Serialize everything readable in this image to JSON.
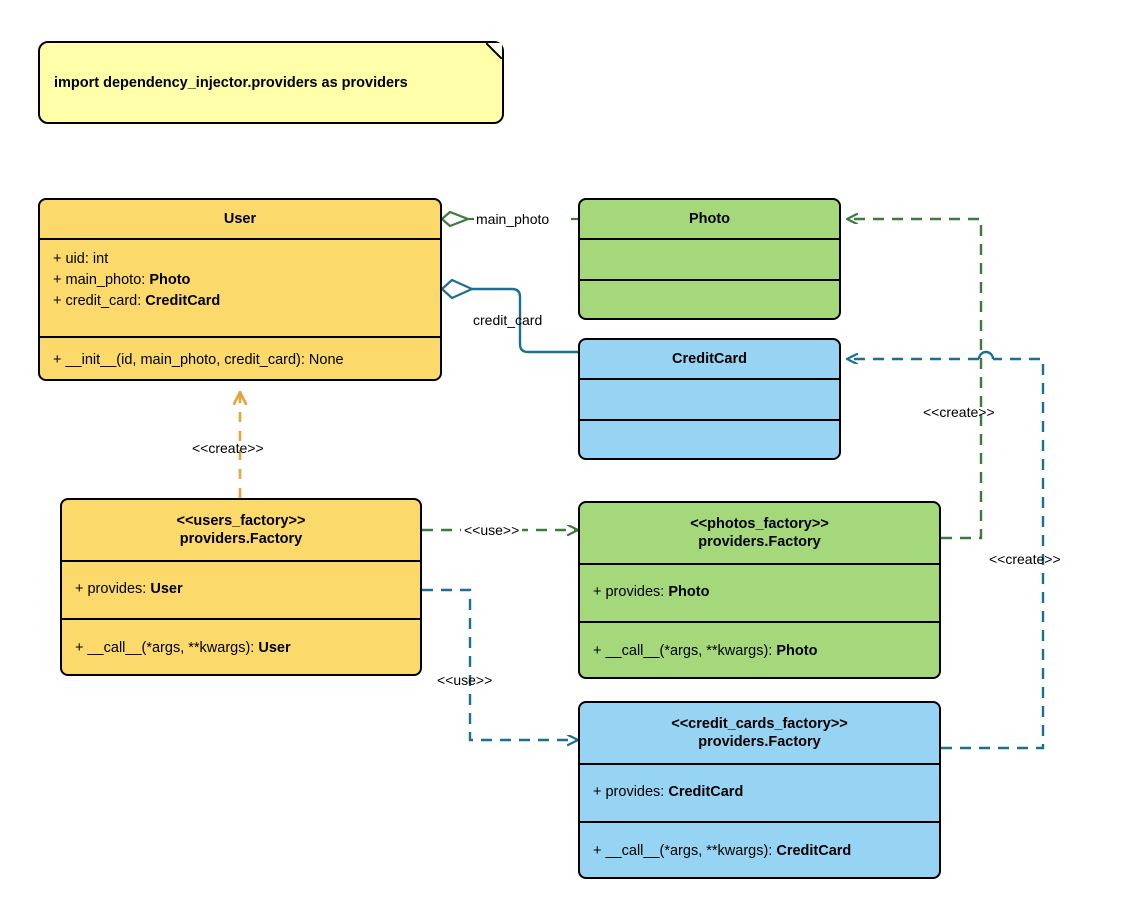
{
  "diagram": {
    "type": "uml-class-diagram",
    "title": "dependency_injector Factory providers UML class diagram",
    "colors": {
      "yellow": "#fcd96b",
      "green": "#a4d87a",
      "blue": "#97d3f2",
      "note": "#ffffaa",
      "green_edge": "#3d7a3d",
      "blue_edge": "#1b6f95",
      "orange_edge": "#e8a33d",
      "outline": "#000000"
    }
  },
  "note": {
    "text": "import dependency_injector.providers as providers"
  },
  "classes": {
    "user": {
      "name": "User",
      "attributes": [
        {
          "prefix": "+ uid: ",
          "type": "int",
          "type_bold": false
        },
        {
          "prefix": "+ main_photo: ",
          "type": "Photo",
          "type_bold": true
        },
        {
          "prefix": "+ credit_card: ",
          "type": "CreditCard",
          "type_bold": true
        }
      ],
      "methods": [
        {
          "prefix": "+ __init__(id, main_photo, credit_card): ",
          "type": "None",
          "type_bold": false
        }
      ]
    },
    "photo": {
      "name": "Photo",
      "attributes": [],
      "methods": []
    },
    "credit_card": {
      "name": "CreditCard",
      "attributes": [],
      "methods": []
    },
    "users_factory": {
      "stereotype": "<<users_factory>>",
      "name": "providers.Factory",
      "attributes": [
        {
          "prefix": "+ provides: ",
          "type": "User",
          "type_bold": true
        }
      ],
      "methods": [
        {
          "prefix": "+ __call__(*args, **kwargs): ",
          "type": "User",
          "type_bold": true
        }
      ]
    },
    "photos_factory": {
      "stereotype": "<<photos_factory>>",
      "name": "providers.Factory",
      "attributes": [
        {
          "prefix": "+ provides: ",
          "type": "Photo",
          "type_bold": true
        }
      ],
      "methods": [
        {
          "prefix": "+ __call__(*args, **kwargs): ",
          "type": "Photo",
          "type_bold": true
        }
      ]
    },
    "credit_cards_factory": {
      "stereotype": "<<credit_cards_factory>>",
      "name": "providers.Factory",
      "attributes": [
        {
          "prefix": "+ provides: ",
          "type": "CreditCard",
          "type_bold": true
        }
      ],
      "methods": [
        {
          "prefix": "+ __call__(*args, **kwargs): ",
          "type": "CreditCard",
          "type_bold": true
        }
      ]
    }
  },
  "edges": {
    "user_main_photo": {
      "label": "main_photo",
      "kind": "aggregation",
      "color": "#3d7a3d",
      "from": "User",
      "to": "Photo"
    },
    "user_credit_card": {
      "label": "credit_card",
      "kind": "aggregation",
      "color": "#1b6f95",
      "from": "User",
      "to": "CreditCard"
    },
    "users_factory_create": {
      "label": "<<create>>",
      "kind": "dependency",
      "color": "#e8a33d",
      "from": "users_factory",
      "to": "User"
    },
    "users_factory_use_photos": {
      "label": "<<use>>",
      "kind": "dependency",
      "color": "#3d7a3d",
      "from": "users_factory",
      "to": "photos_factory"
    },
    "users_factory_use_credit_cards": {
      "label": "<<use>>",
      "kind": "dependency",
      "color": "#1b6f95",
      "from": "users_factory",
      "to": "credit_cards_factory"
    },
    "photos_factory_create": {
      "label": "<<create>>",
      "kind": "dependency",
      "color": "#3d7a3d",
      "from": "photos_factory",
      "to": "Photo"
    },
    "credit_cards_factory_create": {
      "label": "<<create>>",
      "kind": "dependency",
      "color": "#1b6f95",
      "from": "credit_cards_factory",
      "to": "CreditCard"
    }
  }
}
